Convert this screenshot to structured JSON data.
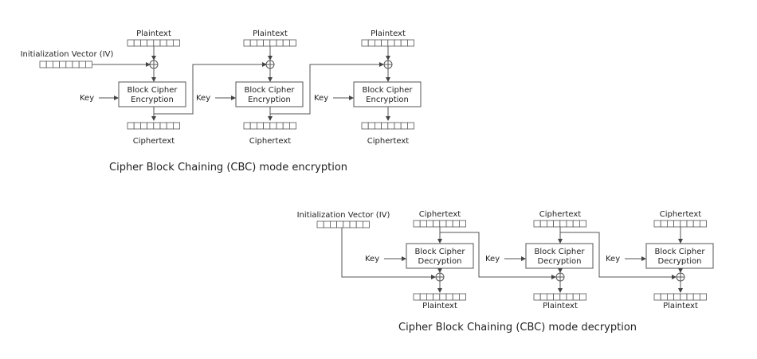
{
  "encryption": {
    "caption": "Cipher Block Chaining (CBC) mode encryption",
    "iv_label": "Initialization Vector (IV)",
    "stages": [
      {
        "input_label": "Plaintext",
        "key_label": "Key",
        "block_line1": "Block Cipher",
        "block_line2": "Encryption",
        "output_label": "Ciphertext"
      },
      {
        "input_label": "Plaintext",
        "key_label": "Key",
        "block_line1": "Block Cipher",
        "block_line2": "Encryption",
        "output_label": "Ciphertext"
      },
      {
        "input_label": "Plaintext",
        "key_label": "Key",
        "block_line1": "Block Cipher",
        "block_line2": "Encryption",
        "output_label": "Ciphertext"
      }
    ]
  },
  "decryption": {
    "caption": "Cipher Block Chaining (CBC) mode decryption",
    "iv_label": "Initialization Vector (IV)",
    "stages": [
      {
        "input_label": "Ciphertext",
        "key_label": "Key",
        "block_line1": "Block Cipher",
        "block_line2": "Decryption",
        "output_label": "Plaintext"
      },
      {
        "input_label": "Ciphertext",
        "key_label": "Key",
        "block_line1": "Block Cipher",
        "block_line2": "Decryption",
        "output_label": "Plaintext"
      },
      {
        "input_label": "Ciphertext",
        "key_label": "Key",
        "block_line1": "Block Cipher",
        "block_line2": "Decryption",
        "output_label": "Plaintext"
      }
    ]
  }
}
